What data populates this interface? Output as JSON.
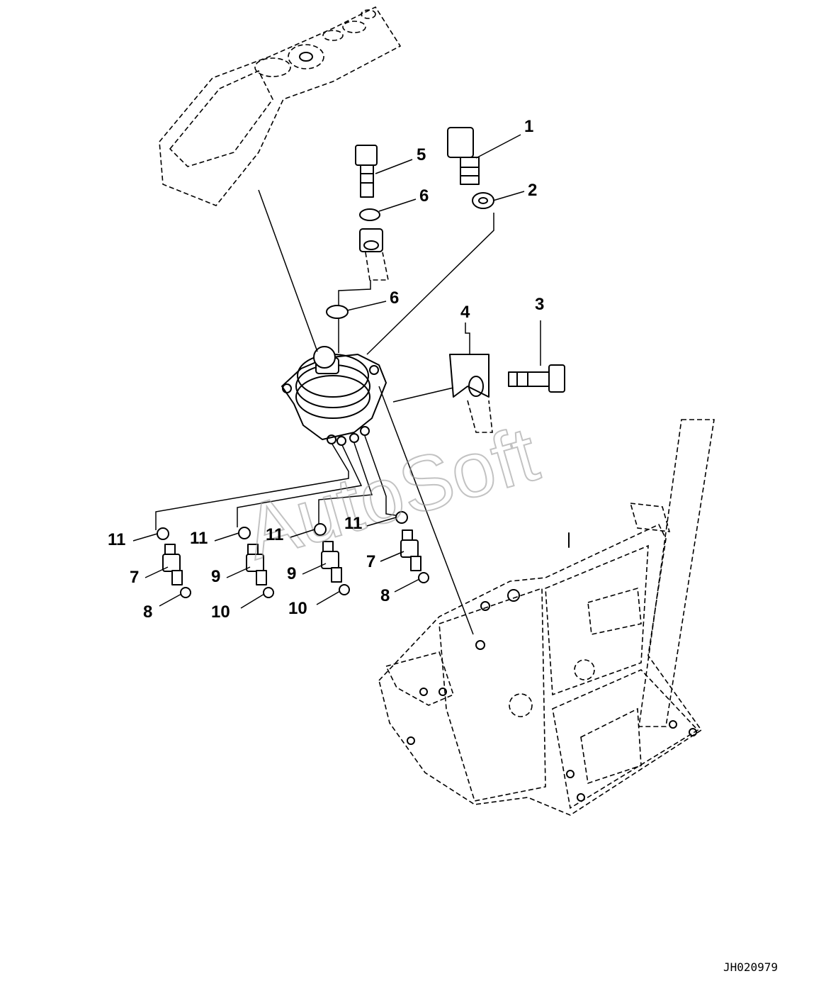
{
  "drawing_number": "JH020979",
  "watermark": "AutoSoft",
  "callouts": [
    {
      "id": "c1",
      "label": "1"
    },
    {
      "id": "c2",
      "label": "2"
    },
    {
      "id": "c3",
      "label": "3"
    },
    {
      "id": "c4",
      "label": "4"
    },
    {
      "id": "c5",
      "label": "5"
    },
    {
      "id": "c6a",
      "label": "6"
    },
    {
      "id": "c6b",
      "label": "6"
    },
    {
      "id": "c11a",
      "label": "11"
    },
    {
      "id": "c11b",
      "label": "11"
    },
    {
      "id": "c11c",
      "label": "11"
    },
    {
      "id": "c11d",
      "label": "11"
    },
    {
      "id": "c7a",
      "label": "7"
    },
    {
      "id": "c9a",
      "label": "9"
    },
    {
      "id": "c9b",
      "label": "9"
    },
    {
      "id": "c7b",
      "label": "7"
    },
    {
      "id": "c8a",
      "label": "8"
    },
    {
      "id": "c10a",
      "label": "10"
    },
    {
      "id": "c10b",
      "label": "10"
    },
    {
      "id": "c8b",
      "label": "8"
    }
  ]
}
